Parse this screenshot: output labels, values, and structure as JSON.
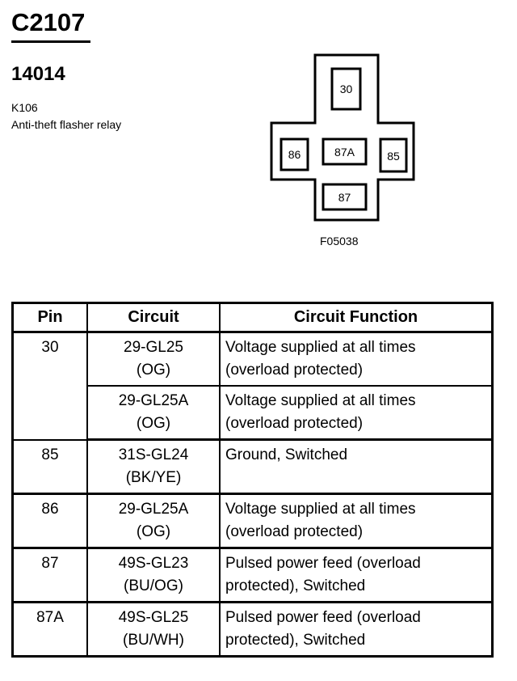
{
  "header": {
    "connector_id": "C2107",
    "part_number": "14014",
    "component_id": "K106",
    "component_desc": "Anti-theft flasher relay"
  },
  "diagram": {
    "terminals": [
      "30",
      "86",
      "87A",
      "85",
      "87"
    ],
    "figure_id": "F05038"
  },
  "table": {
    "headers": {
      "pin": "Pin",
      "circuit": "Circuit",
      "function": "Circuit Function"
    },
    "rows": [
      {
        "pin": "30",
        "circuit": "29-GL25",
        "color": "(OG)",
        "function": [
          "Voltage supplied at all times",
          "(overload protected)"
        ]
      },
      {
        "pin": "",
        "circuit": "29-GL25A",
        "color": "(OG)",
        "function": [
          "Voltage supplied at all times",
          "(overload protected)"
        ]
      },
      {
        "pin": "85",
        "circuit": "31S-GL24",
        "color": "(BK/YE)",
        "function": [
          "Ground, Switched",
          ""
        ]
      },
      {
        "pin": "86",
        "circuit": "29-GL25A",
        "color": "(OG)",
        "function": [
          "Voltage supplied at all times",
          "(overload protected)"
        ]
      },
      {
        "pin": "87",
        "circuit": "49S-GL23",
        "color": "(BU/OG)",
        "function": [
          "Pulsed power feed (overload",
          "protected), Switched"
        ]
      },
      {
        "pin": "87A",
        "circuit": "49S-GL25",
        "color": "(BU/WH)",
        "function": [
          "Pulsed power feed (overload",
          "protected), Switched"
        ]
      }
    ]
  }
}
